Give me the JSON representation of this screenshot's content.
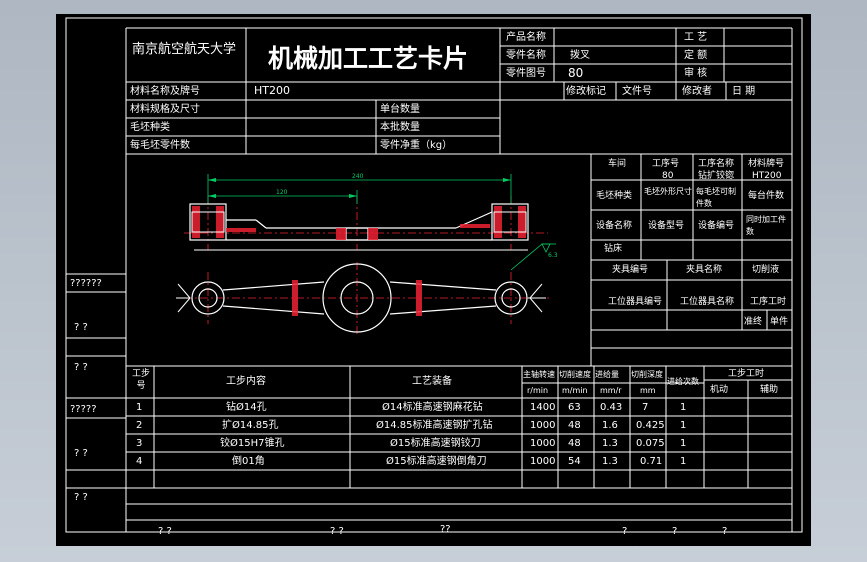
{
  "header": {
    "university": "南京航空航天大学",
    "card_title": "机械加工工艺卡片",
    "product_name_label": "产品名称",
    "part_name_label": "零件名称",
    "part_name_value": "拨叉",
    "part_drawing_label": "零件图号",
    "part_drawing_value": "80",
    "process_label": "工  艺",
    "approve_label": "定  额",
    "review_label": "审  核",
    "revision_mark_label": "修改标记",
    "file_no_label": "文件号",
    "modifier_label": "修改者",
    "date_label": "日    期"
  },
  "material": {
    "grade_label": "材料名称及牌号",
    "grade_value": "HT200",
    "spec_label": "材料规格及尺寸",
    "blank_type_label": "毛坯种类",
    "blank_count_label": "每毛坯零件数",
    "unit_qty_label": "单台数量",
    "batch_qty_label": "本批数量",
    "net_weight_label": "零件净重（kg）"
  },
  "drawing": {
    "dim_240": "240",
    "dim_120": "120",
    "roughness": "6.3"
  },
  "right_table": {
    "workshop": "车间",
    "op_no": "工序号",
    "op_name": "工序名称",
    "material_grade": "材料牌号",
    "op_no_value": "80",
    "op_name_value": "钻扩铰锪",
    "material_grade_value": "HT200",
    "blank_type": "毛坯种类",
    "blank_size": "毛坯外形尺寸",
    "blank_pieces": "每毛坯可制件数",
    "pieces_per_unit": "每台件数",
    "equip_name": "设备名称",
    "equip_model": "设备型号",
    "equip_no": "设备编号",
    "simultaneous": "同时加工件数",
    "equip_value": "钻床",
    "fixture_no": "夹具编号",
    "fixture_name": "夹具名称",
    "coolant": "切削液",
    "station_no": "工位器具编号",
    "station_name": "工位器具名称",
    "op_time": "工序工时",
    "prep_end": "准终",
    "unit_time": "单件"
  },
  "left_side_labels": [
    "??????",
    "?  ?",
    "?  ?",
    "?????",
    "?  ?",
    "?  ?"
  ],
  "steps": {
    "headers": {
      "step": "工步号",
      "content": "工步内容",
      "equipment": "工艺装备",
      "spindle": "主轴转速",
      "cut_speed": "切削速度",
      "feed": "进给量",
      "depth": "切削深度",
      "passes": "进给次数",
      "time": "工步工时",
      "machine": "机动",
      "aux": "辅助",
      "unit_spindle": "r/min",
      "unit_speed": "m/min",
      "unit_feed": "mm/r",
      "unit_depth": "mm"
    },
    "rows": [
      {
        "no": "1",
        "content": "钻Ø14孔",
        "equipment": "Ø14标准高速钢麻花钻",
        "rpm": "1400",
        "speed": "63",
        "feed": "0.43",
        "depth": "7",
        "passes": "1"
      },
      {
        "no": "2",
        "content": "扩Ø14.85孔",
        "equipment": "Ø14.85标准高速钢扩孔钻",
        "rpm": "1000",
        "speed": "48",
        "feed": "1.6",
        "depth": "0.425",
        "passes": "1"
      },
      {
        "no": "3",
        "content": "铰Ø15H7锥孔",
        "equipment": "Ø15标准高速钢铰刀",
        "rpm": "1000",
        "speed": "48",
        "feed": "1.3",
        "depth": "0.075",
        "passes": "1"
      },
      {
        "no": "4",
        "content": "倒01角",
        "equipment": "Ø15标准高速钢倒角刀",
        "rpm": "1000",
        "speed": "54",
        "feed": "1.3",
        "depth": "0.71",
        "passes": "1"
      }
    ]
  },
  "footer_marks": [
    "? ?",
    "? ?",
    "??",
    "?",
    "?",
    "?"
  ]
}
